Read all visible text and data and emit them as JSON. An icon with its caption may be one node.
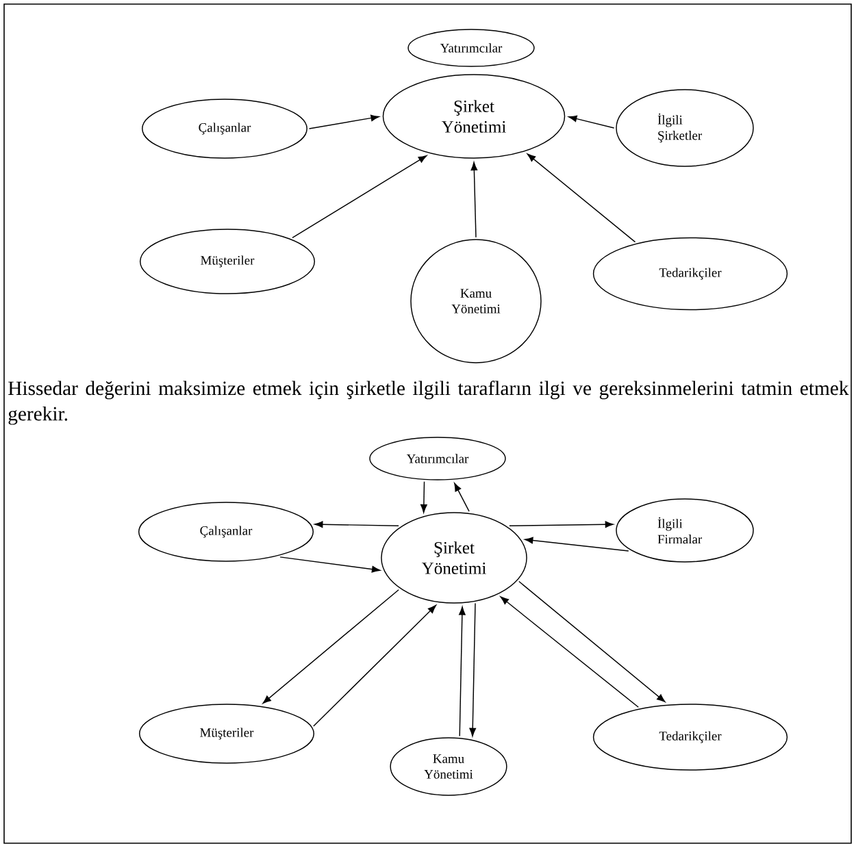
{
  "diagram": {
    "nodes": [
      {
        "text": [
          "Yatırımcılar"
        ]
      },
      {
        "text": [
          "Şirket Yönetimi"
        ]
      },
      {
        "text": [
          "Çalışanlar"
        ]
      },
      {
        "text": [
          "İlgili Şirketler"
        ]
      },
      {
        "text": [
          "Müşteriler"
        ]
      },
      {
        "text": [
          "Kamu Yönetimi"
        ]
      },
      {
        "text": [
          "Tedarikçiler"
        ]
      },
      {
        "text": [
          "Yatırımcılar"
        ]
      },
      {
        "text": [
          "Şirket Yönetimi"
        ]
      },
      {
        "text": [
          "Çalışanlar"
        ]
      },
      {
        "text": [
          "İlgili Firmalar"
        ]
      },
      {
        "text": [
          "Müşteriler"
        ]
      },
      {
        "text": [
          "Kamu Yönetimi"
        ]
      },
      {
        "text": [
          "Tedarikçiler"
        ]
      }
    ],
    "edges": [
      {
        "from": 2,
        "to": 1,
        "arrow": "to"
      },
      {
        "from": 3,
        "to": 1,
        "arrow": "to"
      },
      {
        "from": 4,
        "to": 1,
        "arrow": "to"
      },
      {
        "from": 5,
        "to": 1,
        "arrow": "to"
      },
      {
        "from": 6,
        "to": 1,
        "arrow": "to"
      },
      {
        "from": 7,
        "to": 8,
        "arrow": "to"
      },
      {
        "from": 8,
        "to": 7,
        "arrow": "to"
      },
      {
        "from": 8,
        "to": 9,
        "arrow": "to"
      },
      {
        "from": 9,
        "to": 8,
        "arrow": "to"
      },
      {
        "from": 8,
        "to": 10,
        "arrow": "to"
      },
      {
        "from": 10,
        "to": 8,
        "arrow": "to"
      },
      {
        "from": 8,
        "to": 11,
        "arrow": "to"
      },
      {
        "from": 11,
        "to": 8,
        "arrow": "to"
      },
      {
        "from": 12,
        "to": 8,
        "arrow": "to"
      },
      {
        "from": 8,
        "to": 12,
        "arrow": "to"
      },
      {
        "from": 13,
        "to": 8,
        "arrow": "to"
      },
      {
        "from": 8,
        "to": 13,
        "arrow": "to"
      }
    ],
    "labels": [
      "Hissedar değerini maksimize etmek için şirketle ilgili tarafların ilgi ve gereksinmelerini tatmin etmek gerekir."
    ]
  }
}
